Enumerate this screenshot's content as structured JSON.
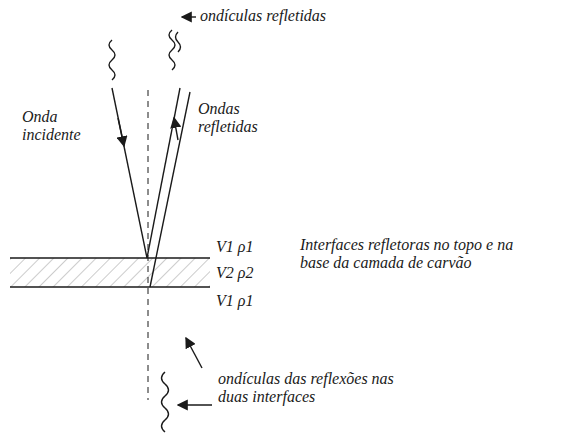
{
  "diagram": {
    "labels": [
      "ondículas refletidas",
      "Onda incidente",
      "Ondas refletidas",
      "V1 ρ1",
      "V2 ρ2",
      "V1 ρ1",
      "Interfaces refletoras no topo e na base da camada de carvão",
      "ondículas das reflexões nas duas interfaces"
    ]
  }
}
